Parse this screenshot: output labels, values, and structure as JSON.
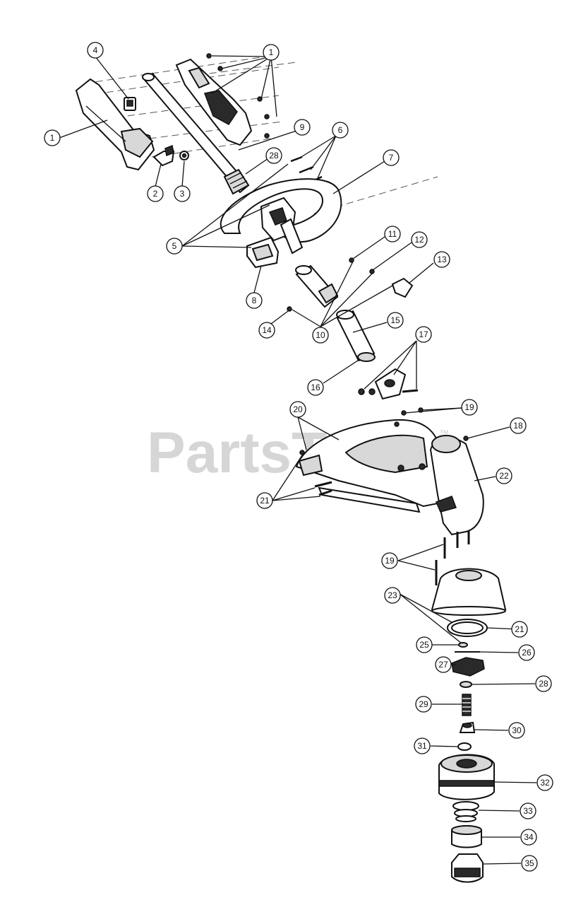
{
  "watermark": {
    "brand": "PartsTree",
    "trademark": "™"
  },
  "callouts": [
    {
      "id": "c1a",
      "label": "1"
    },
    {
      "id": "c1b",
      "label": "1"
    },
    {
      "id": "c2",
      "label": "2"
    },
    {
      "id": "c3",
      "label": "3"
    },
    {
      "id": "c4",
      "label": "4"
    },
    {
      "id": "c5",
      "label": "5"
    },
    {
      "id": "c6",
      "label": "6"
    },
    {
      "id": "c7",
      "label": "7"
    },
    {
      "id": "c8",
      "label": "8"
    },
    {
      "id": "c9",
      "label": "9"
    },
    {
      "id": "c10",
      "label": "10"
    },
    {
      "id": "c11",
      "label": "11"
    },
    {
      "id": "c12",
      "label": "12"
    },
    {
      "id": "c13",
      "label": "13"
    },
    {
      "id": "c14",
      "label": "14"
    },
    {
      "id": "c15",
      "label": "15"
    },
    {
      "id": "c16",
      "label": "16"
    },
    {
      "id": "c17",
      "label": "17"
    },
    {
      "id": "c18",
      "label": "18"
    },
    {
      "id": "c19a",
      "label": "19"
    },
    {
      "id": "c19b",
      "label": "19"
    },
    {
      "id": "c20",
      "label": "20"
    },
    {
      "id": "c21a",
      "label": "21"
    },
    {
      "id": "c21b",
      "label": "21"
    },
    {
      "id": "c22",
      "label": "22"
    },
    {
      "id": "c23",
      "label": "23"
    },
    {
      "id": "c25",
      "label": "25"
    },
    {
      "id": "c26",
      "label": "26"
    },
    {
      "id": "c27",
      "label": "27"
    },
    {
      "id": "c28a",
      "label": "28"
    },
    {
      "id": "c28b",
      "label": "28"
    },
    {
      "id": "c29",
      "label": "29"
    },
    {
      "id": "c30",
      "label": "30"
    },
    {
      "id": "c31",
      "label": "31"
    },
    {
      "id": "c32",
      "label": "32"
    },
    {
      "id": "c33",
      "label": "33"
    },
    {
      "id": "c34",
      "label": "34"
    },
    {
      "id": "c35",
      "label": "35"
    }
  ]
}
